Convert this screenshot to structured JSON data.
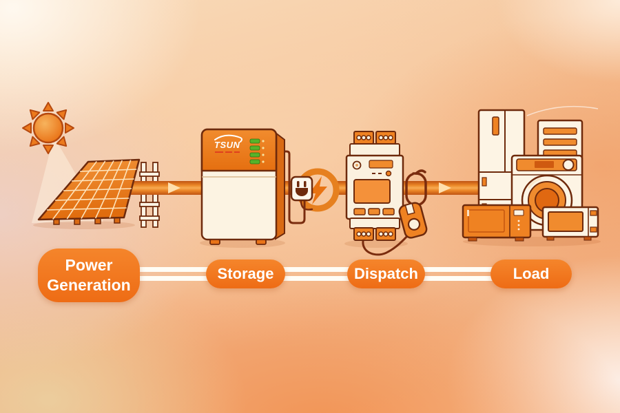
{
  "diagram": {
    "brand": {
      "name": "TSUN"
    },
    "stages": [
      {
        "id": "power-generation",
        "label": "Power Generation",
        "icon": "solar-panel-icon"
      },
      {
        "id": "storage",
        "label": "Storage",
        "icon": "battery-storage-icon"
      },
      {
        "id": "dispatch",
        "label": "Dispatch",
        "icon": "energy-meter-icon"
      },
      {
        "id": "load",
        "label": "Load",
        "icon": "home-appliances-icon"
      }
    ],
    "scene_icons": [
      "sun-icon",
      "solar-panel-icon",
      "battery-storage-icon",
      "power-plug-icon",
      "lightning-bolt-icon",
      "energy-meter-icon",
      "coil-sensor-icon",
      "ct-clamp-icon",
      "flow-arrow-icon",
      "refrigerator-icon",
      "appliance-tower-icon",
      "washing-machine-icon",
      "microwave-icon",
      "oven-icon",
      "led-indicator-icon"
    ],
    "colors": {
      "pill_background": "#F2731D",
      "pill_text": "#FFFFFF",
      "illustration_accent": "#EF8222",
      "outline_dark": "#6E2A0C",
      "pipe_orange": "#E8821F",
      "led_green": "#56B32A",
      "cream": "#FBF2E0",
      "background_peach": "#F5C094"
    }
  }
}
